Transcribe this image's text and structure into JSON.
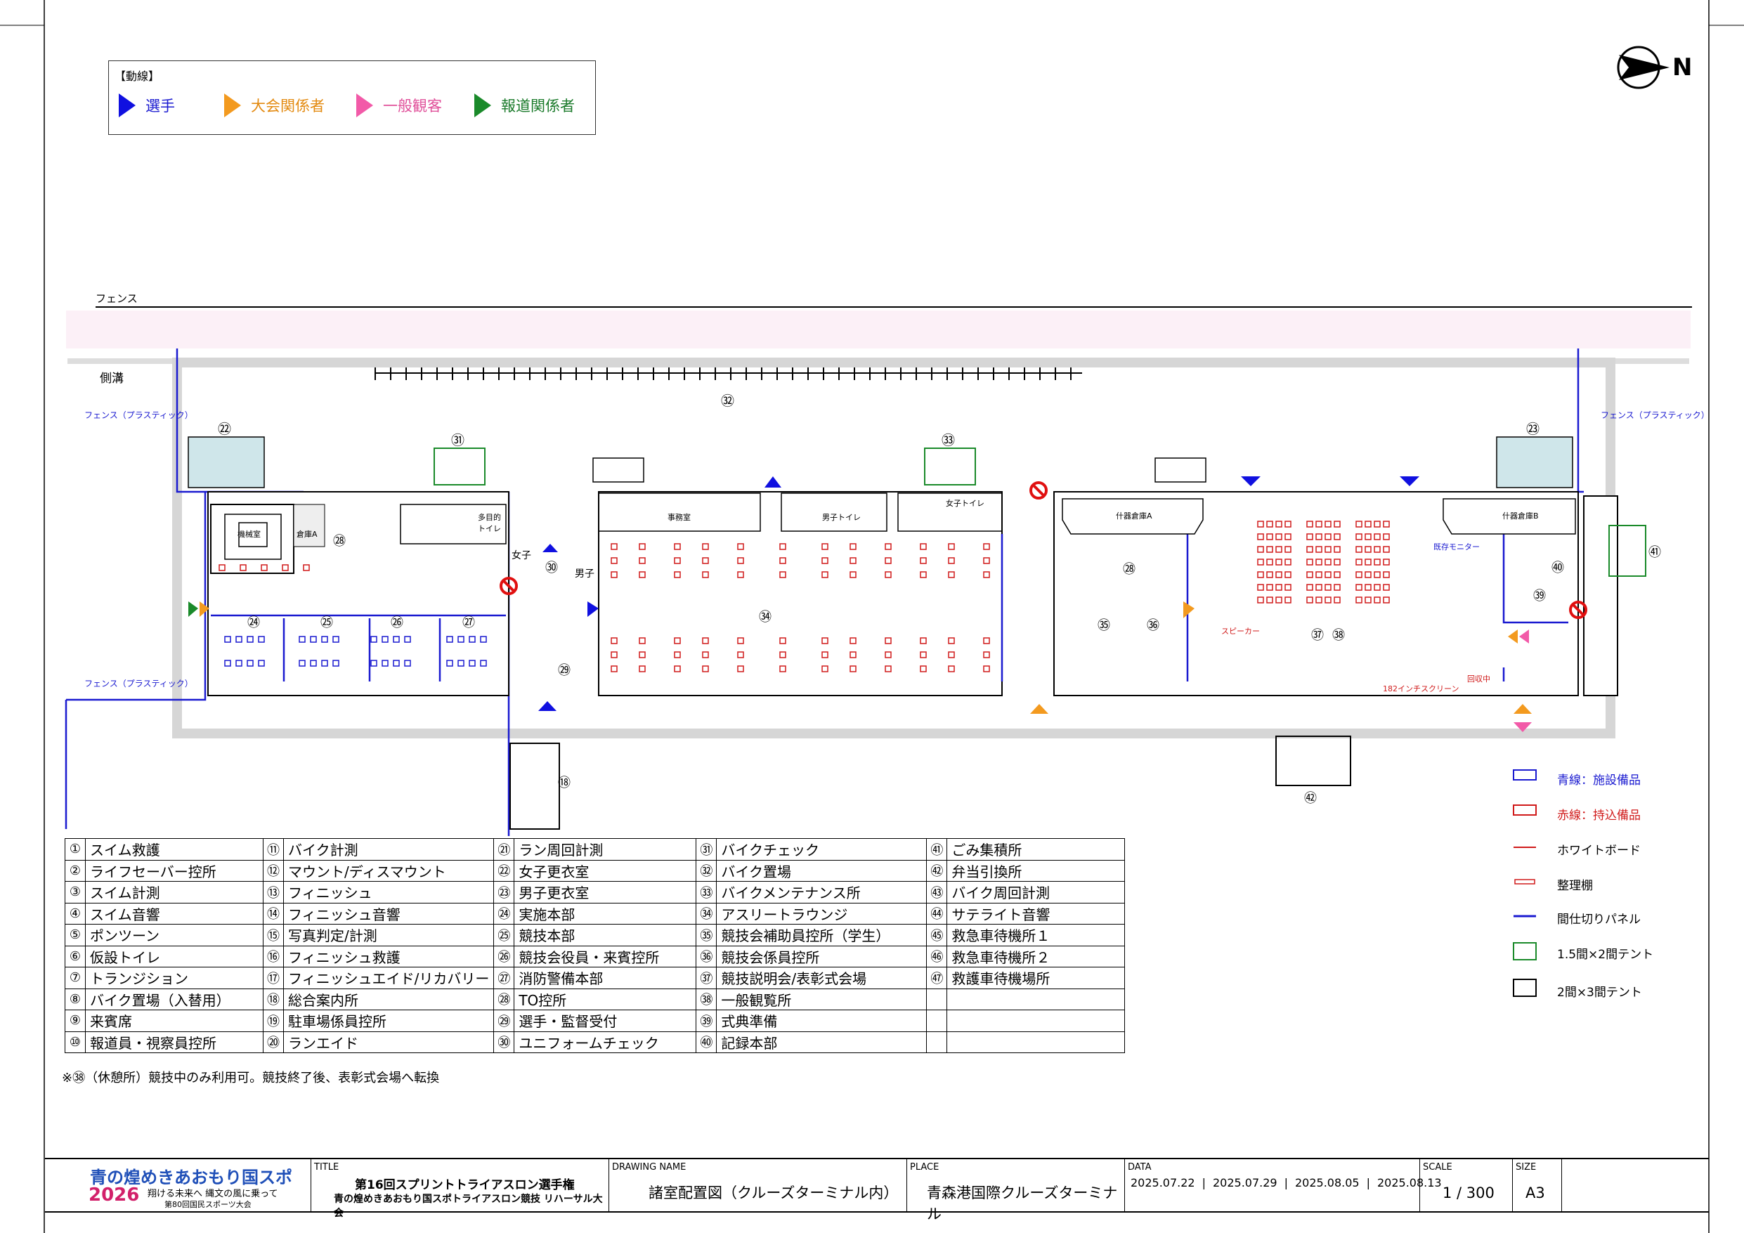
{
  "legend": {
    "title": "【動線】",
    "items": [
      {
        "label": "選手",
        "color": "#1010e0"
      },
      {
        "label": "大会関係者",
        "color": "#f39a1f"
      },
      {
        "label": "一般観客",
        "color": "#f25aa8"
      },
      {
        "label": "報道関係者",
        "color": "#1a8a2a"
      }
    ]
  },
  "north": "N",
  "site": {
    "fence": "フェンス",
    "ditch": "側溝",
    "fence_plastic_left_top": "フェンス（プラスティック）",
    "fence_plastic_left_bottom": "フェンス（プラスティック）",
    "fence_plastic_right": "フェンス（プラスティック）",
    "women": "女子",
    "men": "男子",
    "rooms": {
      "kikai": "機械室",
      "soko_a_small": "倉庫A",
      "jimu": "事務室",
      "storage_a": "什器倉庫A",
      "storage_b": "什器倉庫B",
      "toilet_m": "男子トイレ",
      "toilet_f": "女子トイレ",
      "multi_toilet": "多目的トイレ",
      "speaker": "スピーカー",
      "monitor": "既存モニター",
      "screen": "182インチスクリーン",
      "recording": "回収中"
    },
    "markers": [
      "㉒",
      "㉛",
      "㉜",
      "㉝",
      "㉓",
      "㉘",
      "㉚",
      "㉔",
      "㉕",
      "㉖",
      "㉗",
      "㉞",
      "㉙",
      "㉘",
      "㉟",
      "㊱",
      "㊲",
      "㊳",
      "㊴",
      "㊵",
      "㊶",
      "⑱",
      "㊷"
    ]
  },
  "rooms_table": [
    [
      [
        "①",
        "スイム救護"
      ],
      [
        "⑪",
        "バイク計測"
      ],
      [
        "㉑",
        "ラン周回計測"
      ],
      [
        "㉛",
        "バイクチェック"
      ],
      [
        "㊶",
        "ごみ集積所"
      ]
    ],
    [
      [
        "②",
        "ライフセーバー控所"
      ],
      [
        "⑫",
        "マウント/ディスマウント"
      ],
      [
        "㉒",
        "女子更衣室"
      ],
      [
        "㉜",
        "バイク置場"
      ],
      [
        "㊷",
        "弁当引換所"
      ]
    ],
    [
      [
        "③",
        "スイム計測"
      ],
      [
        "⑬",
        "フィニッシュ"
      ],
      [
        "㉓",
        "男子更衣室"
      ],
      [
        "㉝",
        "バイクメンテナンス所"
      ],
      [
        "㊸",
        "バイク周回計測"
      ]
    ],
    [
      [
        "④",
        "スイム音響"
      ],
      [
        "⑭",
        "フィニッシュ音響"
      ],
      [
        "㉔",
        "実施本部"
      ],
      [
        "㉞",
        "アスリートラウンジ"
      ],
      [
        "㊹",
        "サテライト音響"
      ]
    ],
    [
      [
        "⑤",
        "ポンツーン"
      ],
      [
        "⑮",
        "写真判定/計測"
      ],
      [
        "㉕",
        "競技本部"
      ],
      [
        "㉟",
        "競技会補助員控所（学生）"
      ],
      [
        "㊺",
        "救急車待機所１"
      ]
    ],
    [
      [
        "⑥",
        "仮設トイレ"
      ],
      [
        "⑯",
        "フィニッシュ救護"
      ],
      [
        "㉖",
        "競技会役員・来賓控所"
      ],
      [
        "㊱",
        "競技会係員控所"
      ],
      [
        "㊻",
        "救急車待機所２"
      ]
    ],
    [
      [
        "⑦",
        "トランジション"
      ],
      [
        "⑰",
        "フィニッシュエイド/リカバリー"
      ],
      [
        "㉗",
        "消防警備本部"
      ],
      [
        "㊲",
        "競技説明会/表彰式会場"
      ],
      [
        "㊼",
        "救護車待機場所"
      ]
    ],
    [
      [
        "⑧",
        "バイク置場（入替用）"
      ],
      [
        "⑱",
        "総合案内所"
      ],
      [
        "㉘",
        "TO控所"
      ],
      [
        "㊳",
        "一般観覧所"
      ],
      [
        "",
        ""
      ]
    ],
    [
      [
        "⑨",
        "来賓席"
      ],
      [
        "⑲",
        "駐車場係員控所"
      ],
      [
        "㉙",
        "選手・監督受付"
      ],
      [
        "㊴",
        "式典準備"
      ],
      [
        "",
        ""
      ]
    ],
    [
      [
        "⑩",
        "報道員・視察員控所"
      ],
      [
        "⑳",
        "ランエイド"
      ],
      [
        "㉚",
        "ユニフォームチェック"
      ],
      [
        "㊵",
        "記録本部"
      ],
      [
        "",
        ""
      ]
    ]
  ],
  "note": "※㊳（休憩所）競技中のみ利用可。競技終了後、表彰式会場へ転換",
  "right_legend": [
    {
      "icon": "blue-desk-icon",
      "label": "青線：施設備品",
      "color": "#1a1ad0"
    },
    {
      "icon": "red-desk-icon",
      "label": "赤線：持込備品",
      "color": "#d01a1a"
    },
    {
      "icon": "whiteboard-icon",
      "label": "ホワイトボード",
      "color": "#000"
    },
    {
      "icon": "shelf-icon",
      "label": "整理棚",
      "color": "#000"
    },
    {
      "icon": "partition-icon",
      "label": "間仕切りパネル",
      "color": "#000"
    },
    {
      "icon": "tent-green-icon",
      "label": "1.5間×2間テント",
      "color": "#000"
    },
    {
      "icon": "tent-black-icon",
      "label": "2間×3間テント",
      "color": "#000"
    }
  ],
  "title_block": {
    "logo_main": "青の煌めきあおもり国スポ",
    "logo_year": "2026",
    "logo_sub1": "翔ける未来へ 縄文の風に乗って",
    "logo_sub2": "第80回国民スポーツ大会",
    "title_label": "TITLE",
    "title_line1": "第16回スプリントトライアスロン選手権",
    "title_line2": "青の煌めきあおもり国スポトライアスロン競技 リハーサル大会",
    "drawing_label": "DRAWING NAME",
    "drawing_value": "諸室配置図（クルーズターミナル内）",
    "place_label": "PLACE",
    "place_value": "青森港国際クルーズターミナル",
    "data_label": "DATA",
    "dates": [
      "2025.07.22",
      "2025.07.29",
      "2025.08.05",
      "2025.08.13"
    ],
    "scale_label": "SCALE",
    "scale_value": "1 / 300",
    "size_label": "SIZE",
    "size_value": "A3"
  }
}
